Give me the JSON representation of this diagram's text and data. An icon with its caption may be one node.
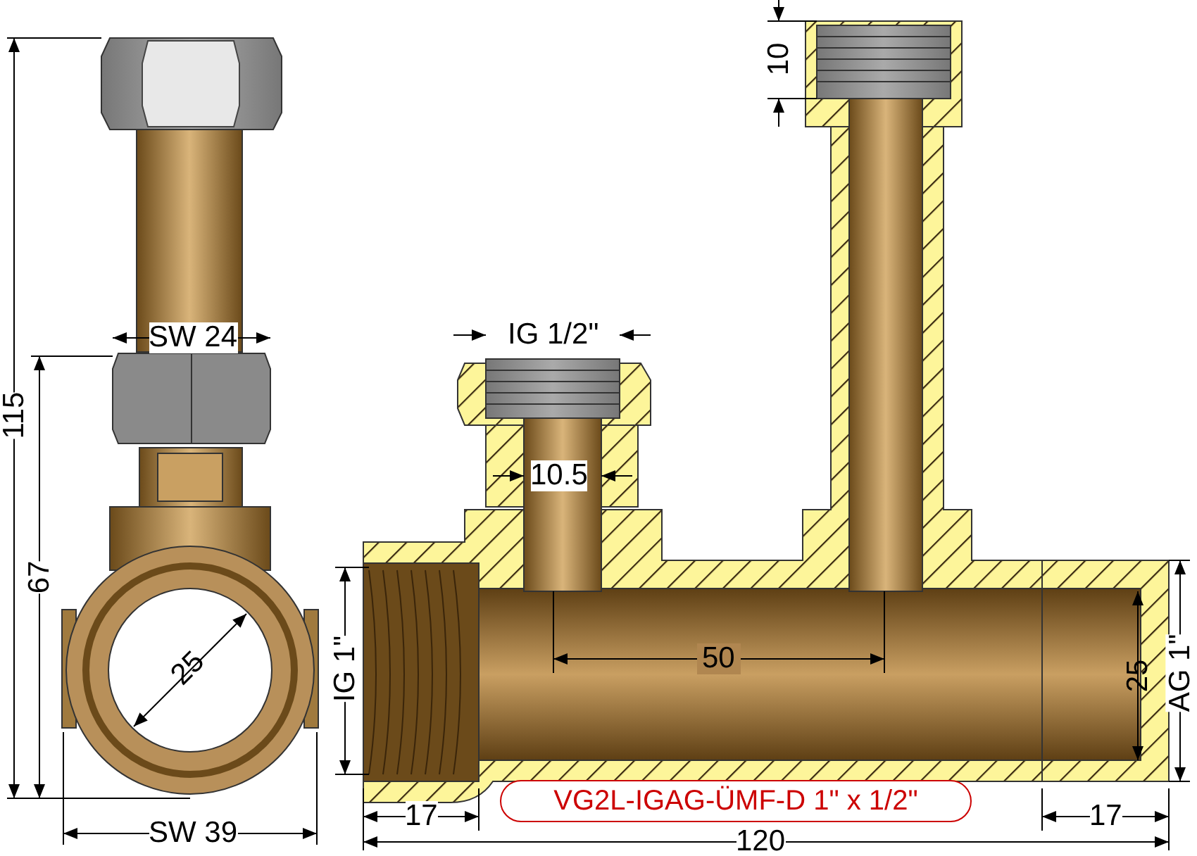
{
  "diagram": {
    "nodes": [
      {
        "text": [
          "VG2L-IGAG-ÜMF-D 1\" x 1/2\""
        ]
      }
    ],
    "labels": [
      "10",
      "SW 24",
      "IG 1/2\"",
      "115",
      "10.5",
      "67",
      "25",
      "IG 1\"",
      "50",
      "25",
      "AG 1\"",
      "17",
      "17",
      "SW 39",
      "120"
    ]
  }
}
